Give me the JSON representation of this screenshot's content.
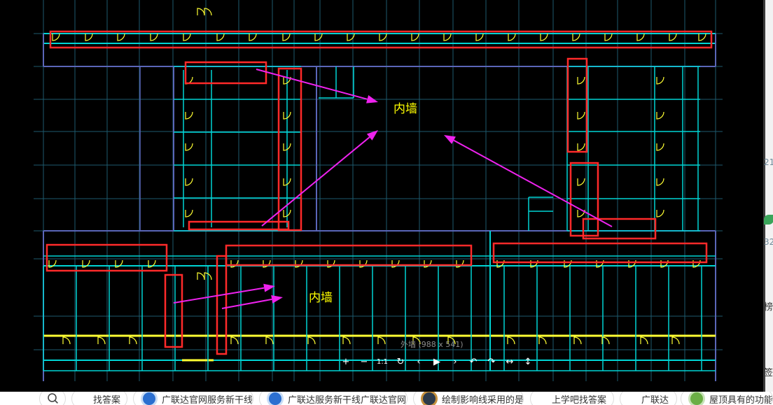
{
  "drawing": {
    "label_inner_wall_top": "内墙",
    "label_inner_wall_bottom": "内墙",
    "caption": "外墙 (988 x 541)"
  },
  "toolbar": {
    "buttons": [
      {
        "name": "zoom-in-button",
        "icon": "plus-icon",
        "glyph": "+"
      },
      {
        "name": "zoom-out-button",
        "icon": "minus-icon",
        "glyph": "−"
      },
      {
        "name": "actual-size-button",
        "icon": "one-to-one-icon",
        "glyph": "1:1"
      },
      {
        "name": "rotate-button",
        "icon": "rotate-icon",
        "glyph": "↻"
      },
      {
        "name": "previous-button",
        "icon": "chevron-left-icon",
        "glyph": "‹"
      },
      {
        "name": "play-button",
        "icon": "play-icon",
        "glyph": "▶"
      },
      {
        "name": "next-button",
        "icon": "chevron-right-icon",
        "glyph": "›"
      },
      {
        "name": "rotate-left-button",
        "icon": "rotate-left-icon",
        "glyph": "↶"
      },
      {
        "name": "rotate-right-button",
        "icon": "rotate-right-icon",
        "glyph": "↷"
      },
      {
        "name": "flip-horizontal-button",
        "icon": "flip-horizontal-icon",
        "glyph": "↔"
      },
      {
        "name": "flip-vertical-button",
        "icon": "flip-vertical-icon",
        "glyph": "↕"
      }
    ]
  },
  "suggestions": [
    {
      "label": "找答案",
      "icon": "none"
    },
    {
      "label": "广联达官网服务新干线",
      "icon": "blue"
    },
    {
      "label": "广联达服务新干线广联达官网",
      "icon": "blue"
    },
    {
      "label": "绘制影响线采用的是",
      "icon": "dark"
    },
    {
      "label": "上学吧找答案",
      "icon": "none"
    },
    {
      "label": "广联达",
      "icon": "none"
    },
    {
      "label": "屋顶具有的功能和",
      "icon": "green"
    }
  ],
  "right_panel": {
    "fragments": [
      "21",
      "32",
      "榜",
      "签"
    ]
  },
  "colors": {
    "background": "#000000",
    "grid": "#1e5a6e",
    "wall_cyan": "#00d4d4",
    "wall_blue": "#5a66b8",
    "door_yellow": "#ffff33",
    "highlight_red": "#ff2a2a",
    "arrow_magenta": "#ee22ee",
    "label_yellow": "#ffff00"
  }
}
